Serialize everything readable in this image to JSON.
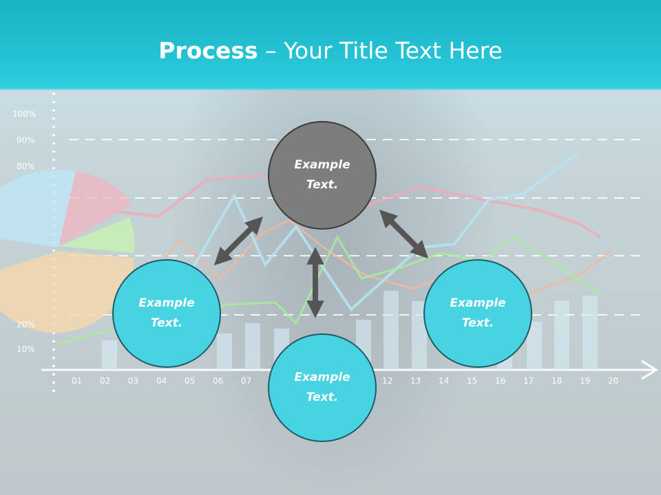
{
  "title": {
    "bold": "Process",
    "rest": " – Your Title Text Here"
  },
  "nodes": {
    "top": "Example Text.",
    "left": "Example Text.",
    "right": "Example Text.",
    "bottom": "Example Text."
  },
  "chart_data": {
    "type": "bar",
    "y_ticks": [
      "10%",
      "20%",
      "80%",
      "90%",
      "100%"
    ],
    "x_ticks": [
      "01",
      "02",
      "03",
      "04",
      "05",
      "06",
      "07",
      "12",
      "13",
      "14",
      "15",
      "16",
      "17",
      "18",
      "19",
      "20"
    ]
  },
  "colors": {
    "header": "#26c4d6",
    "node_cyan": "#47d3e2",
    "node_gray": "#7d7d7d",
    "arrow": "#555555"
  }
}
